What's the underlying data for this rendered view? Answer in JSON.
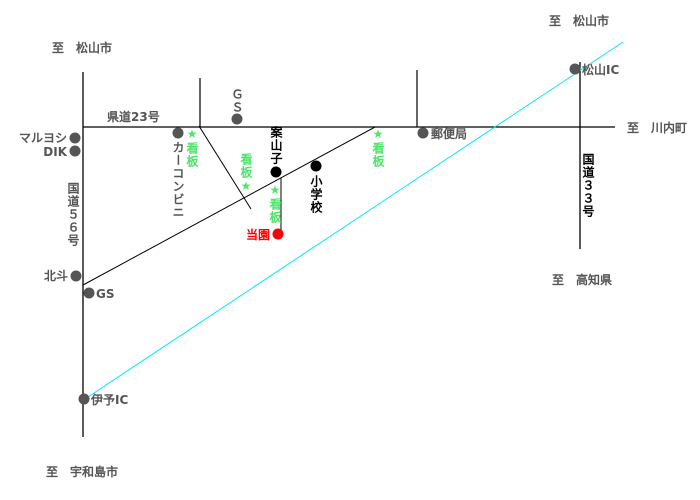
{
  "colors": {
    "road": "#000000",
    "expressway": "#00e5ff",
    "label": "#555555",
    "landmark": "#000000",
    "destination": "#ff0000",
    "sign": "#4de66a"
  },
  "directions": {
    "matsuyama_left": "至　松山市",
    "matsuyama_right": "至　松山市",
    "kawauchi": "至　川内町",
    "kochi": "至　高知県",
    "uwajima": "至　宇和島市"
  },
  "roads": {
    "prefectural_23": "県道23号",
    "national_56": "国道５６号",
    "national_33": "国道３３号"
  },
  "places": {
    "maruyoshi": "マルヨシ",
    "dik": "DIK",
    "hokuto": "北斗",
    "gs_left": "GS",
    "iyo_ic": "伊予IC",
    "matsuyama_ic": "松山IC",
    "gs_top": "ＧＳ",
    "car_conveni": "カーコンビニ",
    "post_office": "郵便局",
    "kakashi": "案山子",
    "school": "小学校",
    "our_garden": "当園"
  },
  "signs": {
    "sign1": "★看板",
    "sign2": "看板★",
    "sign3": "★看板",
    "sign4": "★看板"
  }
}
